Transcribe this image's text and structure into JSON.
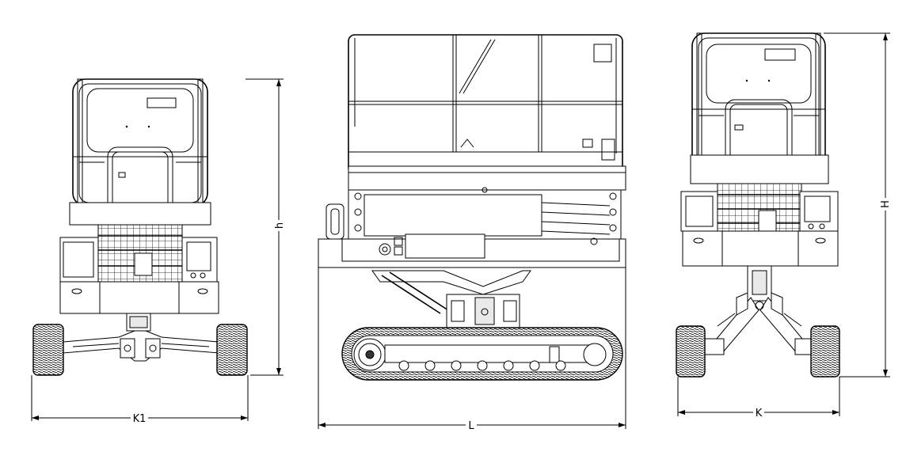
{
  "dimensions": {
    "front_width": "K1",
    "front_height": "h",
    "side_length": "L",
    "rear_width": "K",
    "rear_height": "H"
  }
}
